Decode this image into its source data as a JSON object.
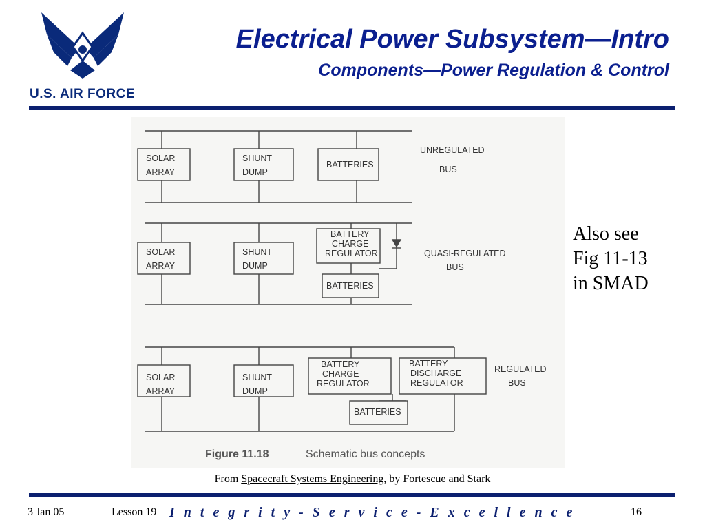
{
  "header": {
    "title": "Electrical Power Subsystem—Intro",
    "subtitle": "Components—Power Regulation & Control",
    "logo_text": "U.S. AIR FORCE"
  },
  "colors": {
    "accent": "#0b1f8f",
    "rule": "#0b1f6f",
    "logo": "#0a2a7a"
  },
  "diagram": {
    "top": {
      "solar": [
        "SOLAR",
        "ARRAY"
      ],
      "shunt": [
        "SHUNT",
        "DUMP"
      ],
      "batteries": "BATTERIES",
      "bus_label": [
        "UNREGULATED",
        "BUS"
      ]
    },
    "middle": {
      "solar": [
        "SOLAR",
        "ARRAY"
      ],
      "shunt": [
        "SHUNT",
        "DUMP"
      ],
      "charge_reg": [
        "BATTERY",
        "CHARGE",
        "REGULATOR"
      ],
      "batteries": "BATTERIES",
      "bus_label": [
        "QUASI-REGULATED",
        "BUS"
      ]
    },
    "bottom": {
      "solar": [
        "SOLAR",
        "ARRAY"
      ],
      "shunt": [
        "SHUNT",
        "DUMP"
      ],
      "charge_reg": [
        "BATTERY",
        "CHARGE",
        "REGULATOR"
      ],
      "discharge_reg": [
        "BATTERY",
        "DISCHARGE",
        "REGULATOR"
      ],
      "batteries": "BATTERIES",
      "bus_label": [
        "REGULATED",
        "BUS"
      ]
    },
    "figure_number": "Figure 11.18",
    "figure_caption": "Schematic bus concepts"
  },
  "note": [
    "Also see",
    "Fig 11-13",
    "in SMAD"
  ],
  "source": {
    "prefix": "From ",
    "book": "Spacecraft Systems Engineering",
    "suffix": ", by Fortescue and Stark"
  },
  "footer": {
    "date": "3 Jan 05",
    "lesson": "Lesson 19",
    "motto": "I n t e g r i t y  -  S e r v i c e  -  E x c e l l e n c e",
    "page": "16"
  }
}
